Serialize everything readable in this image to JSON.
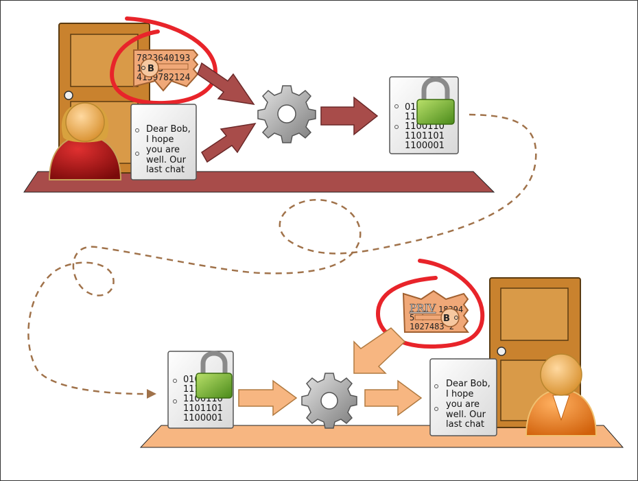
{
  "sender_letter": {
    "lines": [
      "Dear Bob,",
      "I hope",
      "you are",
      "well. Our",
      "last chat"
    ]
  },
  "receiver_letter": {
    "lines": [
      "Dear Bob,",
      "I hope",
      "you are",
      "well. Our",
      "last chat"
    ]
  },
  "public_key": {
    "number_lines": [
      "7823640193",
      "10      23",
      "4159782124"
    ],
    "badge_letter": "B"
  },
  "private_key": {
    "prefix": "PRIV",
    "number_lines": [
      "18394",
      "5         4",
      "1027483   2"
    ],
    "badge_letter": "B"
  },
  "ciphertext_top": {
    "lines": [
      "0100",
      "1110",
      "1100110",
      "1101101",
      "1100001"
    ]
  },
  "ciphertext_bottom": {
    "lines": [
      "0100",
      "1110",
      "1100110",
      "1101101",
      "1100001"
    ]
  },
  "colors": {
    "top_platform": "#a84c4a",
    "bottom_platform": "#f7b681",
    "top_arrow": "#a84c4a",
    "bottom_arrow": "#f7b681",
    "door": "#c9822e",
    "highlight_ring": "#e8242a",
    "dashed_path": "#a0724a",
    "alice_body": "#a01a1a",
    "bob_body": "#f07a1a"
  },
  "icons": [
    "door-icon",
    "person-icon",
    "key-icon",
    "padlock-icon",
    "gear-icon",
    "document-icon"
  ]
}
